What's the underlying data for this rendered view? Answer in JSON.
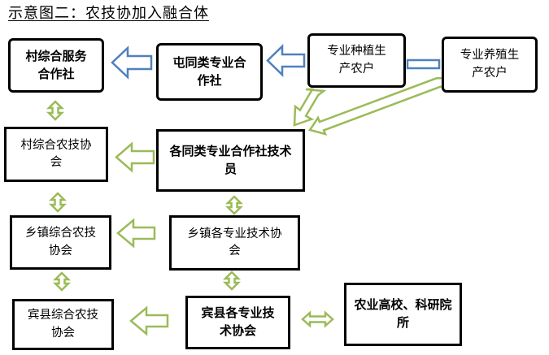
{
  "title": "示意图二：农技协加入融合体",
  "nodes": {
    "village_service": "村综合服务合作社",
    "tun_coop": "屯同类专业合作社",
    "planting": "专业种植生产农户",
    "breeding": "专业养殖生产农户",
    "village_assoc": "村综合农技协会",
    "coop_tech": "各同类专业合作社技术员",
    "town_comp": "乡镇综合农技协会",
    "town_tech": "乡镇各专业技术协会",
    "county_comp": "宾县综合农技协会",
    "county_tech": "宾县各专业技术协会",
    "college": "农业高校、科研院所"
  },
  "colors": {
    "blue_arrow": "#4f81bd",
    "green_arrow": "#9bbb59",
    "box_border": "#000000"
  }
}
